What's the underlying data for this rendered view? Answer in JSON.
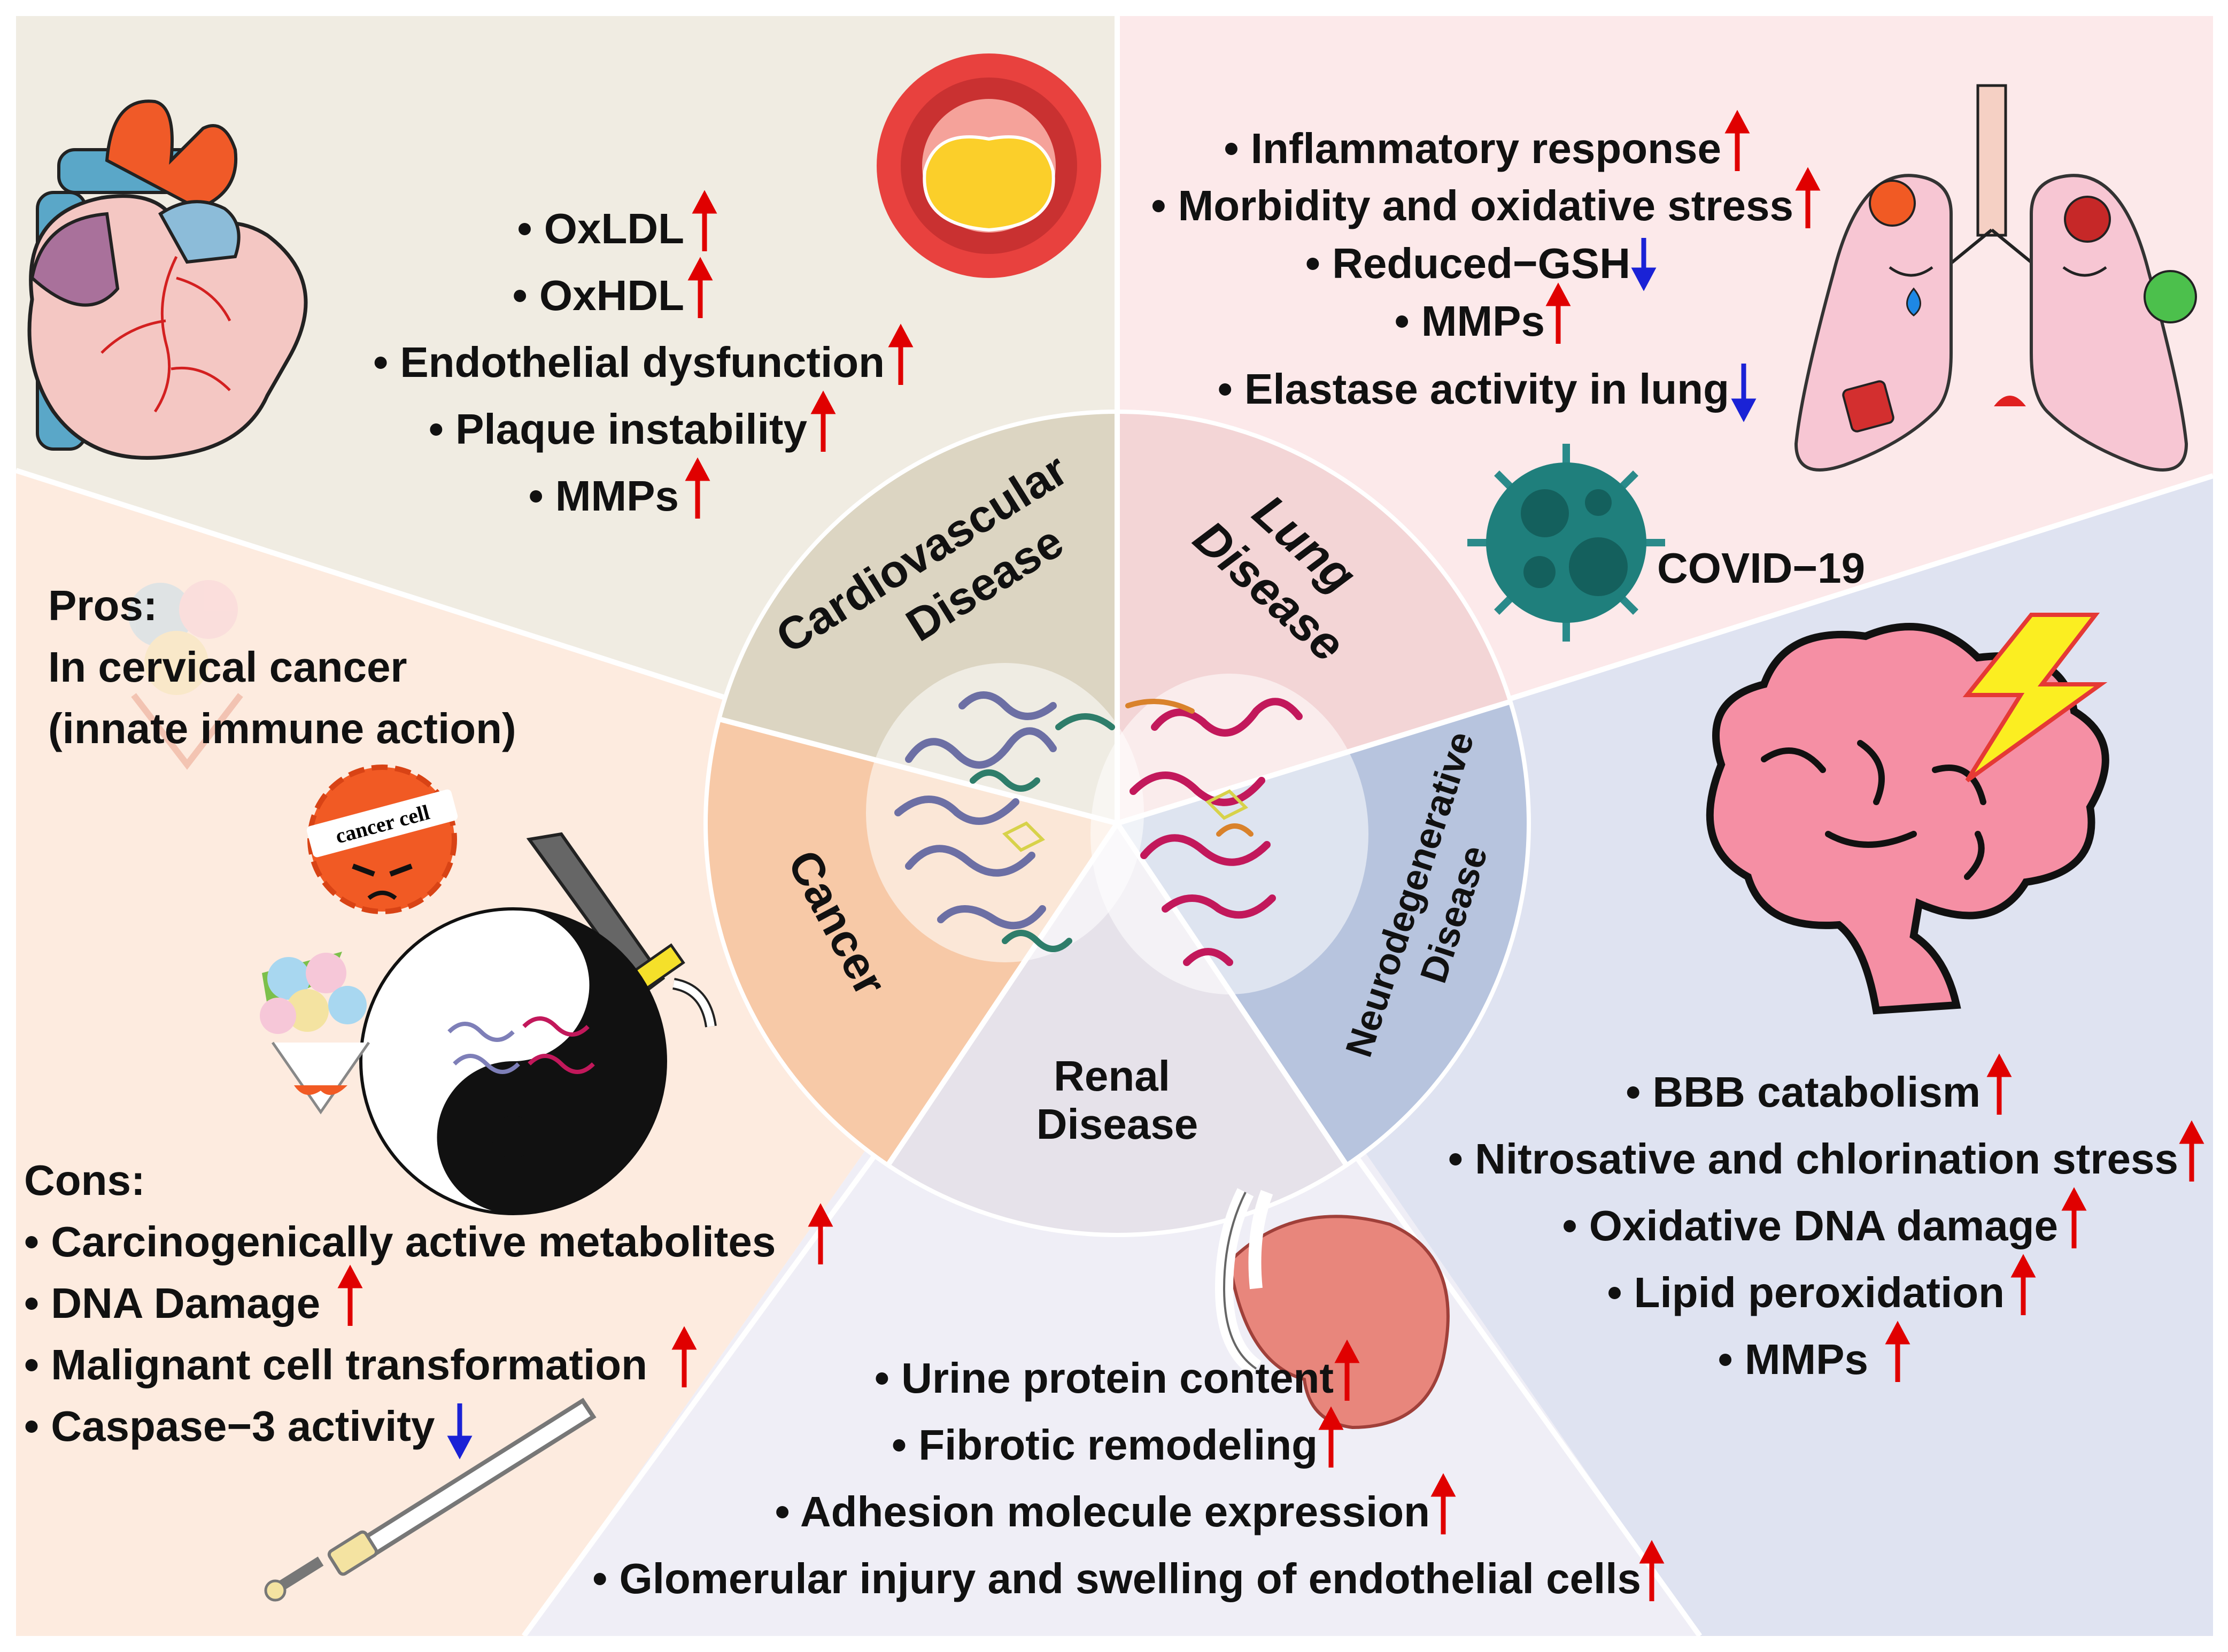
{
  "colors": {
    "cardio_bg": "#f0ece2",
    "lung_bg": "#fce9ea",
    "neuro_bg": "#dfe3f1",
    "renal_bg": "#efeef6",
    "cancer_bg": "#fdebdf",
    "up_arrow": "#e00000",
    "down_arrow": "#1a22d6"
  },
  "center": {
    "cardio_label_line1": "Cardiovascular",
    "cardio_label_line2": "Disease",
    "lung_label_line1": "Lung",
    "lung_label_line2": "Disease",
    "neuro_label_line1": "Neurodegenerative",
    "neuro_label_line2": "Disease",
    "renal_label_line1": "Renal",
    "renal_label_line2": "Disease",
    "cancer_label": "Cancer"
  },
  "cardio": {
    "items": [
      {
        "text": "• OxLDL",
        "trend": "up"
      },
      {
        "text": "• OxHDL",
        "trend": "up"
      },
      {
        "text": "• Endothelial dysfunction",
        "trend": "up"
      },
      {
        "text": "• Plaque instability",
        "trend": "up"
      },
      {
        "text": "• MMPs",
        "trend": "up"
      }
    ]
  },
  "lung": {
    "items": [
      {
        "text": "• Inflammatory response",
        "trend": "up"
      },
      {
        "text": "• Morbidity and oxidative stress",
        "trend": "up"
      },
      {
        "text": "• Reduced−GSH",
        "trend": "down"
      },
      {
        "text": "• MMPs",
        "trend": "up"
      },
      {
        "text": "• Elastase activity in lung",
        "trend": "down"
      }
    ],
    "covid_label": "COVID−19"
  },
  "neuro": {
    "items": [
      {
        "text": "• BBB catabolism",
        "trend": "up"
      },
      {
        "text": "• Nitrosative and chlorination stress",
        "trend": "up"
      },
      {
        "text": "• Oxidative DNA damage",
        "trend": "up"
      },
      {
        "text": "• Lipid peroxidation",
        "trend": "up"
      },
      {
        "text": "• MMPs",
        "trend": "up"
      }
    ]
  },
  "renal": {
    "items": [
      {
        "text": "• Urine protein content",
        "trend": "up"
      },
      {
        "text": "• Fibrotic remodeling",
        "trend": "up"
      },
      {
        "text": "• Adhesion molecule expression",
        "trend": "up"
      },
      {
        "text": "• Glomerular injury and swelling of endothelial cells",
        "trend": "up"
      }
    ]
  },
  "cancer": {
    "pros_title": "Pros:",
    "pros_line1": "In cervical cancer",
    "pros_line2": "(innate immune action)",
    "cancer_cell_label": "cancer cell",
    "cons_title": "Cons:",
    "cons_items": [
      {
        "text": "• Carcinogenically active metabolites",
        "trend": "up"
      },
      {
        "text": "• DNA Damage",
        "trend": "up"
      },
      {
        "text": "• Malignant cell transformation",
        "trend": "up"
      },
      {
        "text": "• Caspase−3 activity",
        "trend": "down"
      }
    ]
  },
  "icons": [
    "heart-icon",
    "artery-plaque-icon",
    "lungs-icon",
    "coronavirus-icon",
    "brain-lightning-icon",
    "kidney-icon",
    "cancer-cell-icon",
    "yin-yang-icon",
    "sword-icon",
    "flower-bouquet-icon",
    "protein-structure-icon"
  ]
}
